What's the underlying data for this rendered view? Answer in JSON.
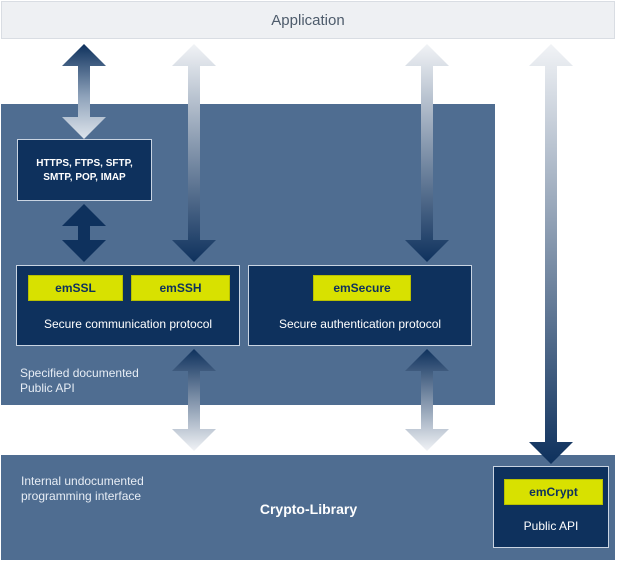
{
  "application": {
    "label": "Application"
  },
  "api_panel": {
    "note_line1": "Specified documented",
    "note_line2": "Public API"
  },
  "protocols": {
    "line1": "HTTPS, FTPS, SFTP,",
    "line2": "SMTP, POP, IMAP"
  },
  "communication": {
    "chip_ssl": "emSSL",
    "chip_ssh": "emSSH",
    "label": "Secure communication protocol"
  },
  "authentication": {
    "chip_secure": "emSecure",
    "label": "Secure authentication protocol"
  },
  "crypto_panel": {
    "note_line1": "Internal undocumented",
    "note_line2": "programming interface",
    "title": "Crypto-Library"
  },
  "public_api": {
    "chip_crypt": "emCrypt",
    "label": "Public API"
  },
  "colors": {
    "panel": "#4f6d91",
    "dark_box": "#0e315d",
    "chip": "#d8e100",
    "app_bar": "#eef0f3"
  }
}
